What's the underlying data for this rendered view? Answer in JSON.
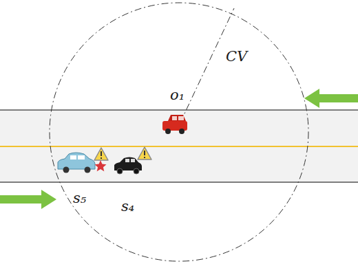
{
  "diagram": {
    "labels": [
      "o₁",
      "CV",
      "s₅",
      "s₄"
    ]
  }
}
